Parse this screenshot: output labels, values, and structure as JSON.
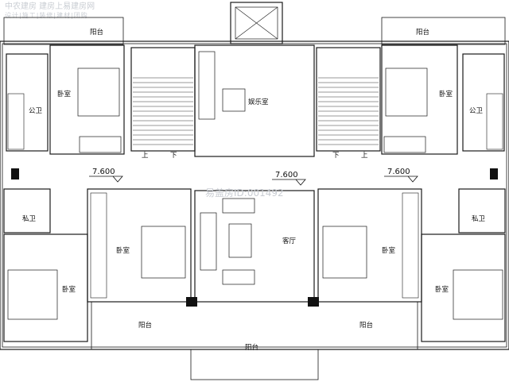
{
  "watermark": {
    "line1": "中农建房 建房上易建房网",
    "line2": "设计|施工|装修|建材|团购",
    "id": "易盖房ID:001492"
  },
  "rooms": {
    "balcony_top_left": "阳台",
    "balcony_top_right": "阳台",
    "bedroom_upper_left": "卧室",
    "bedroom_upper_right": "卧室",
    "bath_public_left": "公卫",
    "bath_public_right": "公卫",
    "entertainment": "娱乐室",
    "bath_private_left": "私卫",
    "bath_private_right": "私卫",
    "bedroom_lower_left": "卧室",
    "bedroom_mid_left": "卧室",
    "bedroom_mid_right": "卧室",
    "bedroom_lower_right": "卧室",
    "living_room": "客厅",
    "balcony_bottom_left": "阳台",
    "balcony_bottom_right": "阳台",
    "balcony_bottom_center": "阳台"
  },
  "stairs": {
    "up": "上",
    "down": "下"
  },
  "elevations": {
    "left": "7.600",
    "center": "7.600",
    "right": "7.600"
  }
}
